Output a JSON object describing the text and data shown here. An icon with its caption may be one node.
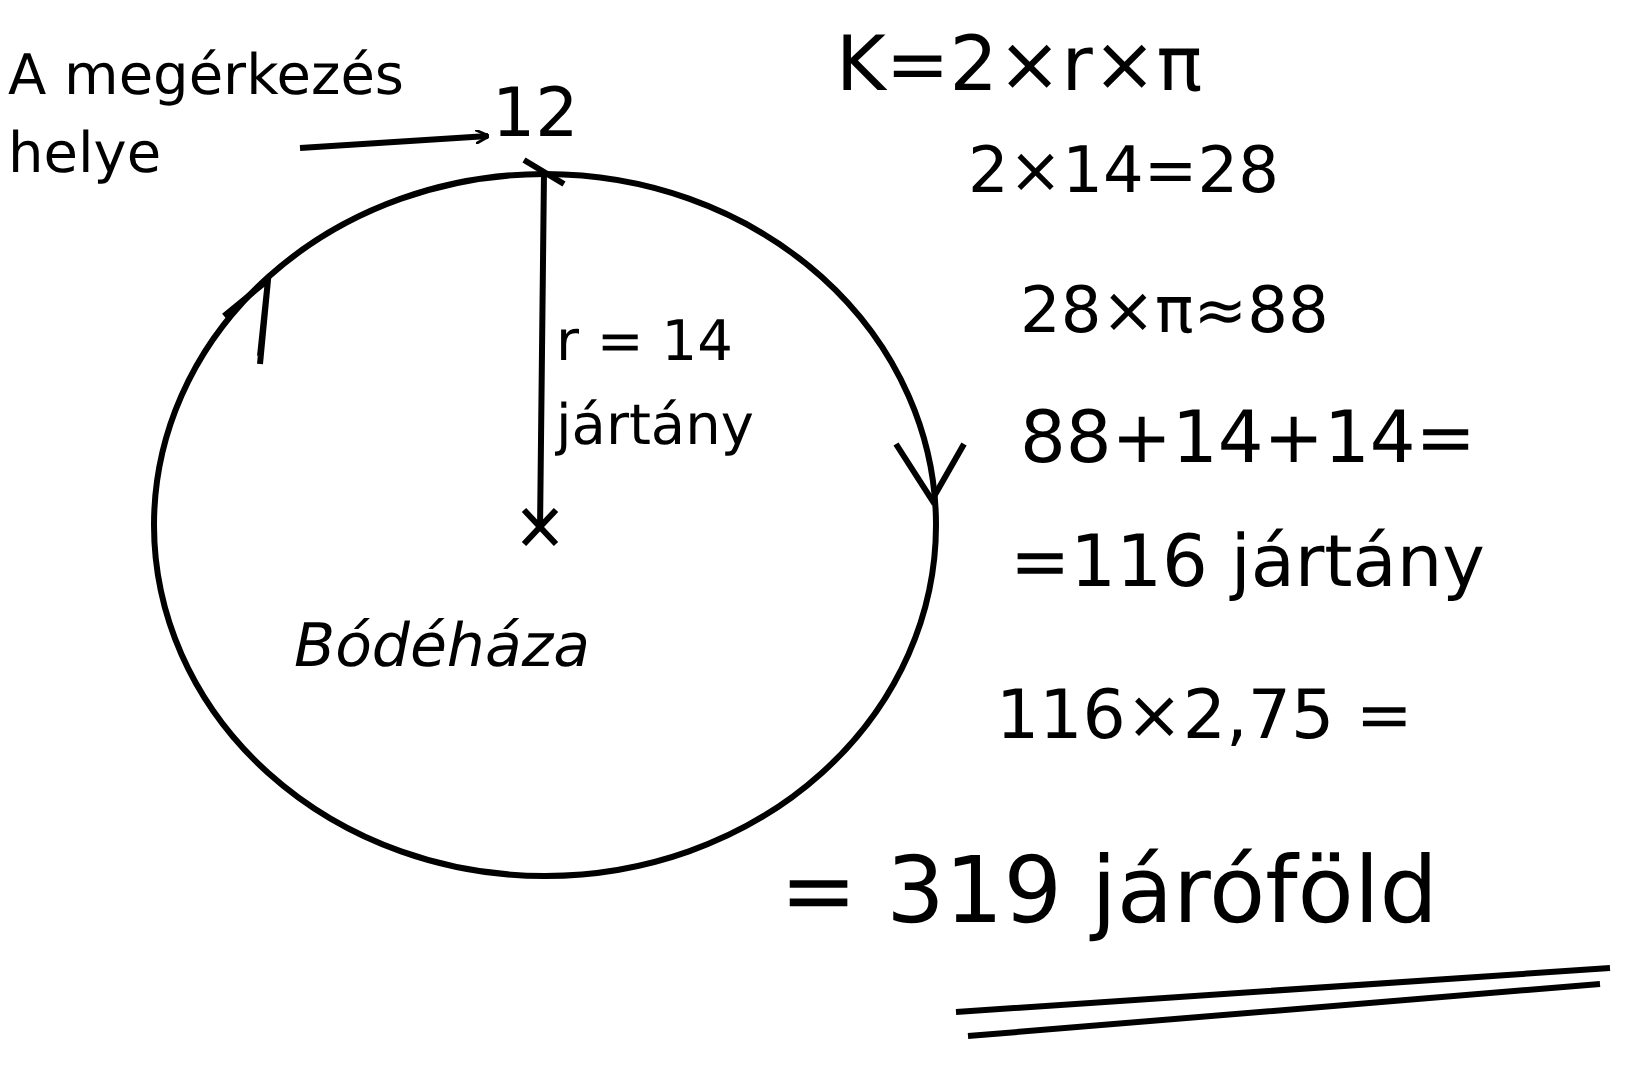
{
  "diagram": {
    "nodes": [
      {
        "text": [
          "A megérkezés helye"
        ]
      },
      {
        "text": [
          "12"
        ]
      },
      {
        "text": [
          "Bódéháza"
        ]
      }
    ],
    "edges": [
      {
        "from": 0,
        "to": 1,
        "arrow": "to"
      }
    ],
    "labels": [
      "K=2×r×π",
      "2×14=28",
      "r = 14 jártány",
      "28×π≈88",
      "88+14+14=",
      "=116 jártány",
      "116×2,75 =",
      "= 319 járóföld"
    ]
  }
}
